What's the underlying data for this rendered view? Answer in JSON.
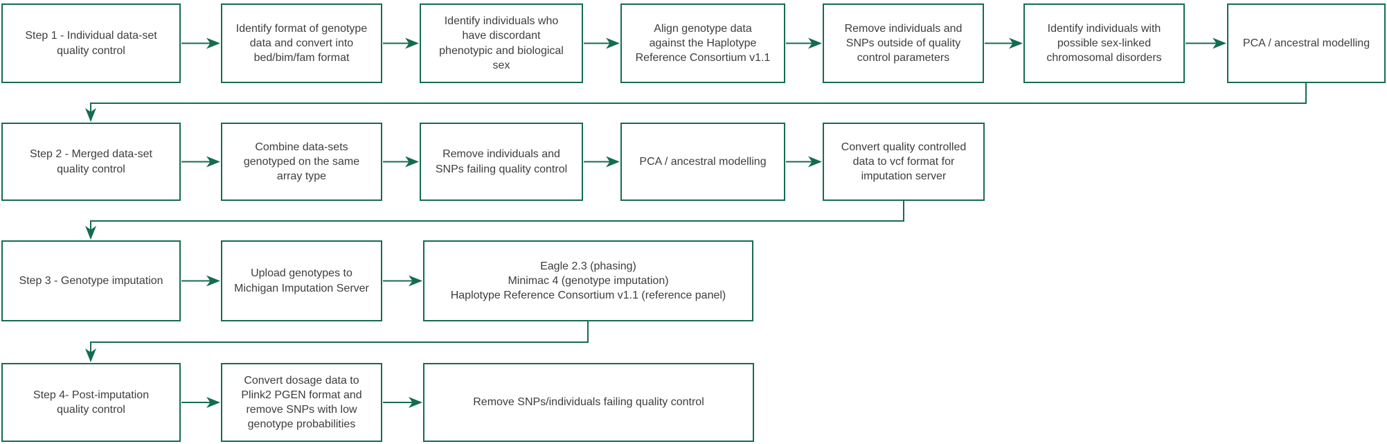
{
  "colors": {
    "accent": "#146c50",
    "text": "#3d3d3d",
    "background": "#ffffff"
  },
  "flowchart": {
    "rows": [
      {
        "name": "step-1-individual-dataset-qc",
        "nodes": [
          {
            "label": "Step 1 - Individual data-set\nquality control"
          },
          {
            "label": "Identify format of genotype\ndata and convert into\nbed/bim/fam format"
          },
          {
            "label": "Identify individuals who\nhave discordant\nphenotypic and biological\nsex"
          },
          {
            "label": "Align genotype data\nagainst the Haplotype\nReference Consortium v1.1"
          },
          {
            "label": "Remove individuals and\nSNPs outside of quality\ncontrol parameters"
          },
          {
            "label": "Identify individuals with\npossible sex-linked\nchromosomal disorders"
          },
          {
            "label": "PCA / ancestral modelling"
          }
        ]
      },
      {
        "name": "step-2-merged-dataset-qc",
        "nodes": [
          {
            "label": "Step 2 - Merged data-set\nquality control"
          },
          {
            "label": "Combine data-sets\ngenotyped on the same\narray type"
          },
          {
            "label": "Remove individuals and\nSNPs failing quality control"
          },
          {
            "label": "PCA / ancestral modelling"
          },
          {
            "label": "Convert quality controlled\ndata to vcf format for\nimputation server"
          }
        ]
      },
      {
        "name": "step-3-genotype-imputation",
        "nodes": [
          {
            "label": "Step 3 - Genotype imputation"
          },
          {
            "label": "Upload genotypes to\nMichigan Imputation Server"
          },
          {
            "label": "Eagle 2.3 (phasing)\nMinimac 4 (genotype imputation)\nHaplotype Reference Consortium v1.1 (reference panel)"
          }
        ]
      },
      {
        "name": "step-4-post-imputation-qc",
        "nodes": [
          {
            "label": "Step 4- Post-imputation\nquality control"
          },
          {
            "label": "Convert dosage data to\nPlink2 PGEN format and\nremove SNPs with low\ngenotype probabilities"
          },
          {
            "label": "Remove SNPs/individuals failing quality control"
          }
        ]
      }
    ]
  }
}
